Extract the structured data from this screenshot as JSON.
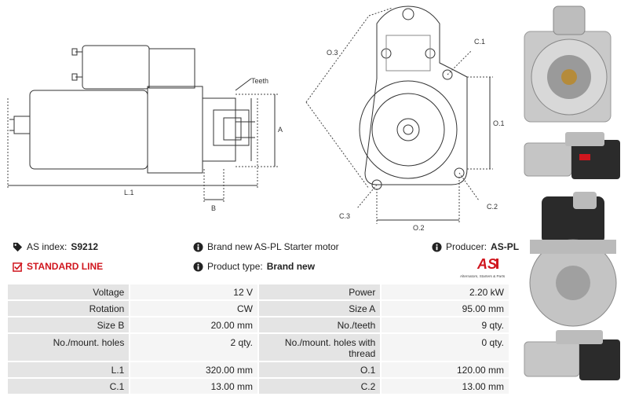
{
  "drawing": {
    "labels": {
      "teeth": "Teeth",
      "a": "A",
      "b": "B",
      "l1": "L.1",
      "o1": "O.1",
      "o2": "O.2",
      "o3": "O.3",
      "c1": "C.1",
      "c2": "C.2",
      "c3": "C.3"
    }
  },
  "info": {
    "as_index_label": "AS index:",
    "as_index_value": "S9212",
    "standard_line": "STANDARD LINE",
    "description": "Brand new AS-PL Starter motor",
    "product_type_label": "Product type:",
    "product_type_value": "Brand new",
    "producer_label": "Producer:",
    "producer_value": "AS-PL",
    "logo_text": "AS",
    "logo_tagline": "Alternators, Starters & Parts"
  },
  "specs": [
    {
      "k1": "Voltage",
      "v1": "12 V",
      "k2": "Power",
      "v2": "2.20 kW"
    },
    {
      "k1": "Rotation",
      "v1": "CW",
      "k2": "Size A",
      "v2": "95.00 mm"
    },
    {
      "k1": "Size B",
      "v1": "20.00 mm",
      "k2": "No./teeth",
      "v2": "9 qty."
    },
    {
      "k1": "No./mount. holes",
      "v1": "2 qty.",
      "k2": "No./mount. holes with thread",
      "v2": "0 qty."
    },
    {
      "k1": "L.1",
      "v1": "320.00 mm",
      "k2": "O.1",
      "v2": "120.00 mm"
    },
    {
      "k1": "C.1",
      "v1": "13.00 mm",
      "k2": "C.2",
      "v2": "13.00 mm"
    }
  ],
  "colors": {
    "accent": "#d0161e",
    "label_bg": "#e4e4e4",
    "value_bg": "#f5f5f5"
  }
}
